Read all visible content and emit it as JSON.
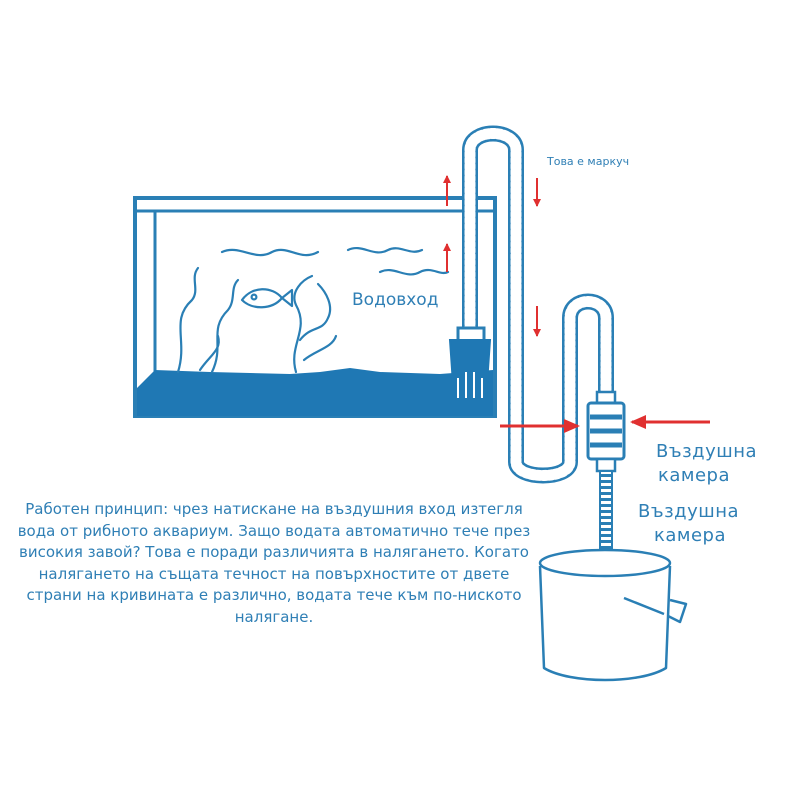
{
  "labels": {
    "hose": "Това е маркуч",
    "water_inlet": "Водовход",
    "air_chamber_1": {
      "line1": "Въздушна",
      "line2": "камера"
    },
    "air_chamber_2": {
      "line1": "Въздушна",
      "line2": "камера"
    }
  },
  "principle_text": "Работен принцип: чрез натискане на въздушния вход изтегля вода от рибното аквариум. Защо водата автоматично тече през високия завой? Това е поради различията в налягането. Когато налягането на същата течност на повърхностите от двете страни на кривината е различно, водата тече към по-ниското налягане.",
  "colors": {
    "outline_blue": "#2a7fb5",
    "water_blue": "#1f78b4",
    "label_blue": "#2f7fb5",
    "arrow_red": "#e03030"
  }
}
